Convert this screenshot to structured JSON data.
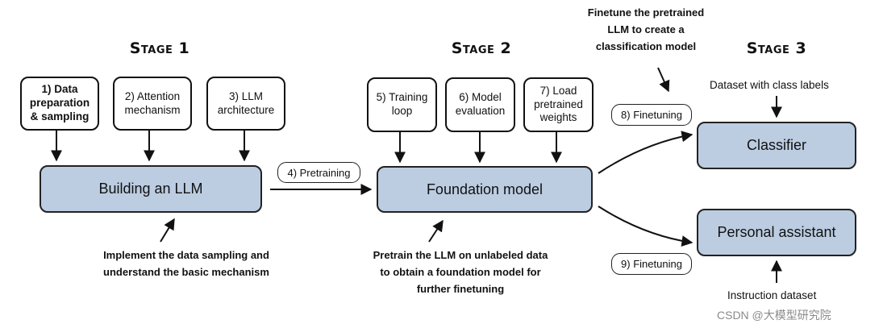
{
  "stages": {
    "stage1": "Stage 1",
    "stage2": "Stage 2",
    "stage3": "Stage 3"
  },
  "stage1": {
    "steps": [
      "1) Data preparation & sampling",
      "2) Attention mechanism",
      "3) LLM architecture"
    ],
    "main": "Building an LLM",
    "note": "Implement the data sampling and understand the basic mechanism"
  },
  "transition": {
    "pretraining": "4) Pretraining"
  },
  "stage2": {
    "steps": [
      "5) Training loop",
      "6) Model evaluation",
      "7) Load pretrained weights"
    ],
    "main": "Foundation model",
    "note": "Pretrain the LLM on unlabeled data to obtain a foundation model for further finetuning"
  },
  "stage3": {
    "top_note": "Finetune the pretrained LLM to create a classification model",
    "finetune_top": "8) Finetuning",
    "finetune_bottom": "9) Finetuning",
    "classifier": "Classifier",
    "assistant": "Personal assistant",
    "dataset_top": "Dataset with class labels",
    "dataset_bottom": "Instruction dataset"
  },
  "watermark": "CSDN @大模型研究院",
  "colors": {
    "box_fill": "#bccde2",
    "stroke": "#111111"
  }
}
